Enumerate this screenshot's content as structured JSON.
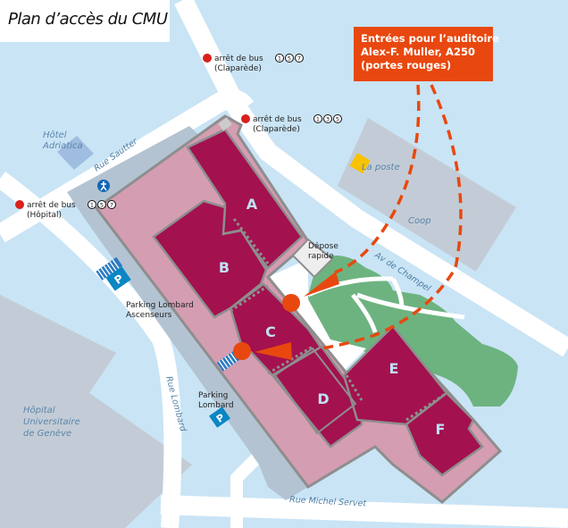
{
  "title": "Plan d’accès du CMU",
  "callout": {
    "lines": [
      "Entrées pour l’auditoire",
      "Alex-F. Muller, A250",
      "(portes rouges)"
    ]
  },
  "bus_stops": [
    {
      "label": "arrêt de bus",
      "lines": [
        "1",
        "5",
        "7"
      ],
      "name": "(Claparède)"
    },
    {
      "label": "arrêt de bus",
      "lines": [
        "1",
        "3",
        "5"
      ],
      "name": "(Claparède)"
    },
    {
      "label": "arrêt de bus",
      "lines": [
        "1",
        "5",
        "7"
      ],
      "name": "(Hôpital)"
    }
  ],
  "streets": {
    "sautter": "Rue Sautter",
    "champel": "Av de Champel",
    "lombard": "Rue Lombard",
    "servet": "Rue Michel Servet"
  },
  "places": {
    "hotel_1": "Hôtel",
    "hotel_2": "Adriatica",
    "poste": "La poste",
    "coop": "Coop",
    "hug_1": "Hôpital",
    "hug_2": "Universitaire",
    "hug_3": "de Genève",
    "depose_1": "Dépose",
    "depose_2": "rapide",
    "parking_asc_1": "Parking Lombard",
    "parking_asc_2": "Ascenseurs",
    "parking_1": "Parking",
    "parking_2": "Lombard",
    "parking_icon": "P"
  },
  "buildings": [
    "A",
    "B",
    "C",
    "D",
    "E",
    "F"
  ],
  "colors": {
    "background": "#c9e4f5",
    "building": "#a3114f",
    "campus": "#d49db2",
    "entrance": "#e8480f",
    "park": "#6db380"
  }
}
